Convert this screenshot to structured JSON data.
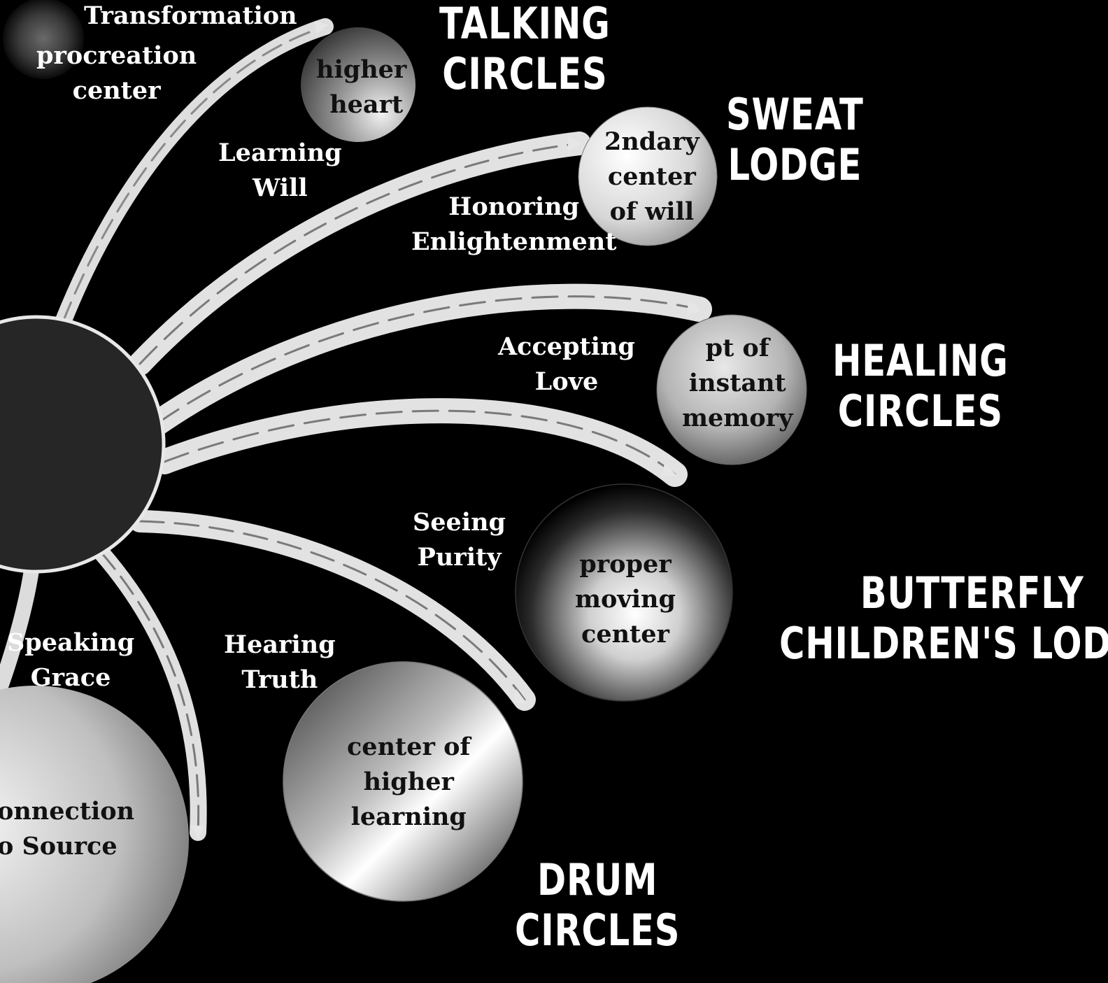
{
  "colors": {
    "background": "#000000",
    "ray": "#e2e2e2",
    "hub": "#262626",
    "text_light": "#ffffff",
    "text_dark": "#111111"
  },
  "center_hub": {
    "icon": "dark-center-circle"
  },
  "lodges": {
    "talking": [
      "TALKING",
      "CIRCLES"
    ],
    "sweat": [
      "SWEAT",
      "LODGE"
    ],
    "healing": [
      "HEALING",
      "CIRCLES"
    ],
    "butterfly": [
      "BUTTERFLY",
      "CHILDREN'S LODGE"
    ],
    "drum": [
      "DRUM",
      "CIRCLES"
    ]
  },
  "ray_labels": {
    "transformation": [
      "Transformation"
    ],
    "learning": [
      "Learning",
      "Will"
    ],
    "honoring": [
      "Honoring",
      "Enlightenment"
    ],
    "accepting": [
      "Accepting",
      "Love"
    ],
    "seeing": [
      "Seeing",
      "Purity"
    ],
    "speaking": [
      "Speaking",
      "Grace"
    ],
    "hearing": [
      "Hearing",
      "Truth"
    ]
  },
  "nodes": {
    "procreation": [
      "procreation",
      "center"
    ],
    "higher_heart": [
      "higher",
      "heart"
    ],
    "secondary_will": [
      "2ndary",
      "center",
      "of  will"
    ],
    "instant_memory": [
      "pt of",
      "instant",
      "memory"
    ],
    "proper_moving": [
      "proper",
      "moving",
      "center"
    ],
    "higher_learning": [
      "center of",
      "higher",
      "learning"
    ],
    "source": [
      "onnection",
      "o Source"
    ]
  }
}
